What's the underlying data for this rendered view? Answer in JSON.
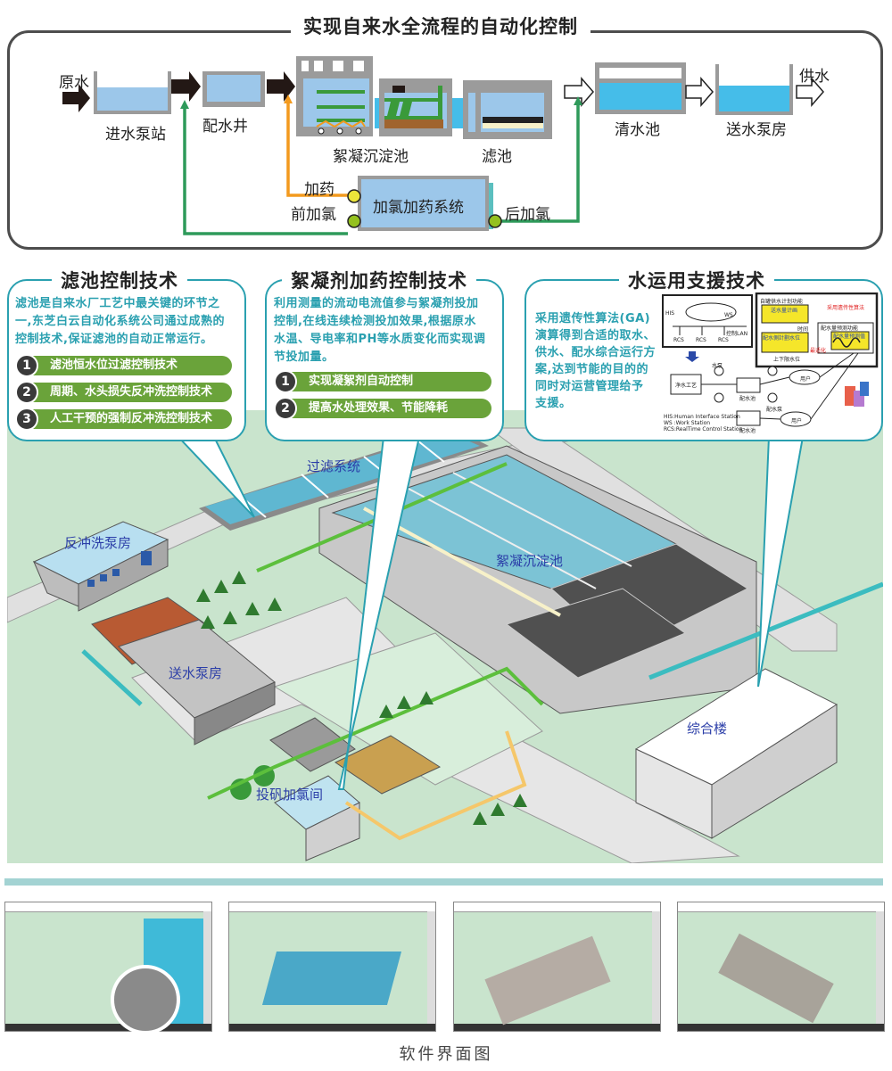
{
  "flow": {
    "title": "实现自来水全流程的自动化控制",
    "raw_water": "原水",
    "intake_pump": "进水泵站",
    "distribution_well": "配水井",
    "coag_sed": "絮凝沉淀池",
    "filter": "滤池",
    "clear_well": "清水池",
    "supply_pump": "送水泵房",
    "supply": "供水",
    "dosing": "加药",
    "pre_chlor": "前加氯",
    "system": "加氯加药系统",
    "post_chlor": "后加氯"
  },
  "callouts": [
    {
      "title": "滤池控制技术",
      "text": [
        "滤池是自来水厂工艺中最关键的环节之",
        "一,东芝白云自动化系统公司通过成熟的",
        "控制技术,保证滤池的自动正常运行。"
      ],
      "items": [
        {
          "num": "1",
          "label": "滤池恒水位过滤控制技术"
        },
        {
          "num": "2",
          "label": "周期、水头损失反冲洗控制技术"
        },
        {
          "num": "3",
          "label": "人工干预的强制反冲洗控制技术"
        }
      ]
    },
    {
      "title": "絮凝剂加药控制技术",
      "text": [
        "利用测量的流动电流值参与絮凝剂投加",
        "控制,在线连续检测投加效果,根据原水",
        "水温、导电率和PH等水质变化而实现调",
        "节投加量。"
      ],
      "items": [
        {
          "num": "1",
          "label": "实现凝絮剂自动控制"
        },
        {
          "num": "2",
          "label": "提高水处理效果、节能降耗"
        }
      ]
    },
    {
      "title": "水运用支援技术",
      "text": [
        "采用遗传性算法(GA)",
        "演算得到合适的取水、",
        "供水、配水综合运行方",
        "案,达到节能的目的的",
        "同时对运营管理给予",
        "支援。"
      ]
    }
  ],
  "system_diagram": {
    "his": "HIS",
    "ws": "WS",
    "rcs": "RCS",
    "lan": "控制LAN",
    "supply_plan": "自罐供水计划功能",
    "ga": "采用遗传性算法",
    "water_plan": "送水量计画",
    "dist_plan": "配水側計劃水位",
    "time": "时间",
    "water_level": "上下限水位",
    "optimize": "最适化",
    "forecast_func": "配水量预测功能",
    "forecast": "配水量预测值",
    "pump": "水泵",
    "purify": "净水工艺",
    "dist_tank": "配水池",
    "dist_pump": "配水泵",
    "user": "用户",
    "legend": [
      "HIS:Human Interface Station",
      "WS :Work Station",
      "RCS:RealTime Control Station"
    ]
  },
  "map_labels": {
    "filter_system": "过滤系统",
    "backwash_pump": "反冲洗泵房",
    "coag_sed_pool": "絮凝沉淀池",
    "supply_pump_house": "送水泵房",
    "dosing_room": "投矾加氯间",
    "office": "综合楼"
  },
  "caption": "软件界面图",
  "colors": {
    "teal": "#2aa0b0",
    "green_pill": "#6aa33a",
    "map_bg": "#c9e4cd",
    "water_light": "#9cc7ea",
    "water_bright": "#45bde9",
    "pipe_green": "#2e9a5a",
    "pipe_orange": "#f39a1e",
    "map_label": "#2b3ea8"
  }
}
